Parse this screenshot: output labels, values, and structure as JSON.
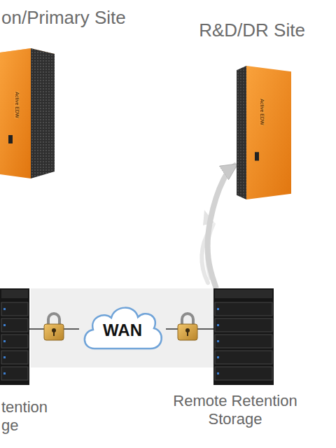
{
  "diagram": {
    "nodes": [
      {
        "text": [
          "on/Primary Site"
        ]
      },
      {
        "text": [
          "R&D/DR Site"
        ]
      },
      {
        "text": [
          "tention ge"
        ]
      },
      {
        "text": [
          "WAN"
        ]
      },
      {
        "text": [
          "Remote Retention Storage"
        ]
      }
    ],
    "edges": [
      {
        "from": 2,
        "to": 3,
        "arrow": "none"
      },
      {
        "from": 3,
        "to": 4,
        "arrow": "none"
      },
      {
        "from": 4,
        "to": 1,
        "arrow": "to"
      }
    ],
    "labels": [
      "Active EDW",
      "Active EDW"
    ]
  }
}
